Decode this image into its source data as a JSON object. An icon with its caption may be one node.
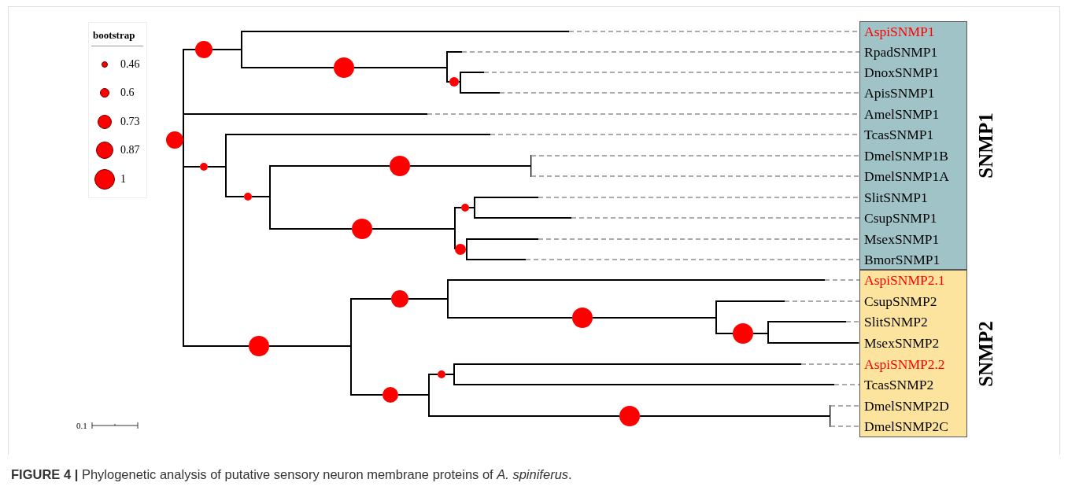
{
  "diagram": {
    "caption": "**FIGURE 4 |** Phylogenetic analysis of putative sensory neuron membrane proteins of *A. spiniferus*.",
    "nodes": [
      {
        "text": [
          "SNMP1"
        ]
      },
      {
        "text": [
          "AspiSNMP1"
        ],
        "in": 0
      },
      {
        "text": [
          "RpadSNMP1"
        ],
        "in": 0
      },
      {
        "text": [
          "DnoxSNMP1"
        ],
        "in": 0
      },
      {
        "text": [
          "ApisSNMP1"
        ],
        "in": 0
      },
      {
        "text": [
          "AmelSNMP1"
        ],
        "in": 0
      },
      {
        "text": [
          "TcasSNMP1"
        ],
        "in": 0
      },
      {
        "text": [
          "DmelSNMP1B"
        ],
        "in": 0
      },
      {
        "text": [
          "DmelSNMP1A"
        ],
        "in": 0
      },
      {
        "text": [
          "SlitSNMP1"
        ],
        "in": 0
      },
      {
        "text": [
          "CsupSNMP1"
        ],
        "in": 0
      },
      {
        "text": [
          "MsexSNMP1"
        ],
        "in": 0
      },
      {
        "text": [
          "BmorSNMP1"
        ],
        "in": 0
      },
      {
        "text": [
          "SNMP2"
        ]
      },
      {
        "text": [
          "AspiSNMP2.1"
        ],
        "in": 13
      },
      {
        "text": [
          "CsupSNMP2"
        ],
        "in": 13
      },
      {
        "text": [
          "SlitSNMP2"
        ],
        "in": 13
      },
      {
        "text": [
          "MsexSNMP2"
        ],
        "in": 13
      },
      {
        "text": [
          "AspiSNMP2.2"
        ],
        "in": 13
      },
      {
        "text": [
          "TcasSNMP2"
        ],
        "in": 13
      },
      {
        "text": [
          "DmelSNMP2D"
        ],
        "in": 13
      },
      {
        "text": [
          "DmelSNMP2C"
        ],
        "in": 13
      },
      {
        "text": [],
        "shape": "circle"
      },
      {
        "text": [],
        "shape": "circle"
      },
      {
        "text": [],
        "shape": "circle"
      },
      {
        "text": [],
        "shape": "circle"
      },
      {
        "text": [],
        "shape": "circle"
      },
      {
        "text": [],
        "shape": "circle"
      },
      {
        "text": [],
        "shape": "circle"
      },
      {
        "text": [],
        "shape": "circle"
      },
      {
        "text": [],
        "shape": "circle"
      },
      {
        "text": [],
        "shape": "circle"
      },
      {
        "text": [],
        "shape": "circle"
      },
      {
        "text": [],
        "shape": "circle"
      },
      {
        "text": [],
        "shape": "circle"
      },
      {
        "text": [],
        "shape": "circle"
      },
      {
        "text": [],
        "shape": "circle"
      },
      {
        "text": [],
        "shape": "circle"
      },
      {
        "text": [],
        "shape": "circle"
      }
    ],
    "edges": [
      {
        "from": 25,
        "to": 22,
        "arrow": "none"
      },
      {
        "from": 25,
        "to": 35,
        "arrow": "none"
      },
      {
        "from": 22,
        "to": 1,
        "arrow": "none"
      },
      {
        "from": 22,
        "to": 23,
        "arrow": "none"
      },
      {
        "from": 23,
        "to": 2,
        "arrow": "none"
      },
      {
        "from": 23,
        "to": 24,
        "arrow": "none"
      },
      {
        "from": 24,
        "to": 3,
        "arrow": "none"
      },
      {
        "from": 24,
        "to": 4,
        "arrow": "none"
      },
      {
        "from": 25,
        "to": 5,
        "arrow": "none"
      },
      {
        "from": 25,
        "to": 27,
        "arrow": "none"
      },
      {
        "from": 27,
        "to": 6,
        "arrow": "none"
      },
      {
        "from": 27,
        "to": 28,
        "arrow": "none"
      },
      {
        "from": 28,
        "to": 26,
        "arrow": "none"
      },
      {
        "from": 28,
        "to": 30,
        "arrow": "none"
      },
      {
        "from": 26,
        "to": 7,
        "arrow": "none"
      },
      {
        "from": 26,
        "to": 8,
        "arrow": "none"
      },
      {
        "from": 30,
        "to": 29,
        "arrow": "none"
      },
      {
        "from": 30,
        "to": 31,
        "arrow": "none"
      },
      {
        "from": 29,
        "to": 9,
        "arrow": "none"
      },
      {
        "from": 29,
        "to": 10,
        "arrow": "none"
      },
      {
        "from": 31,
        "to": 11,
        "arrow": "none"
      },
      {
        "from": 31,
        "to": 12,
        "arrow": "none"
      },
      {
        "from": 35,
        "to": 32,
        "arrow": "none"
      },
      {
        "from": 35,
        "to": 37,
        "arrow": "none"
      },
      {
        "from": 32,
        "to": 14,
        "arrow": "none"
      },
      {
        "from": 32,
        "to": 33,
        "arrow": "none"
      },
      {
        "from": 33,
        "to": 15,
        "arrow": "none"
      },
      {
        "from": 33,
        "to": 34,
        "arrow": "none"
      },
      {
        "from": 34,
        "to": 16,
        "arrow": "none"
      },
      {
        "from": 34,
        "to": 17,
        "arrow": "none"
      },
      {
        "from": 37,
        "to": 36,
        "arrow": "none"
      },
      {
        "from": 37,
        "to": 38,
        "arrow": "none"
      },
      {
        "from": 36,
        "to": 18,
        "arrow": "none"
      },
      {
        "from": 36,
        "to": 19,
        "arrow": "none"
      },
      {
        "from": 38,
        "to": 20,
        "arrow": "none"
      },
      {
        "from": 38,
        "to": 21,
        "arrow": "none"
      }
    ],
    "labels": [
      "bootstrap",
      "0.1"
    ],
    "legend": [
      {
        "text": "0.46"
      },
      {
        "text": "0.6"
      },
      {
        "text": "0.73"
      },
      {
        "text": "0.87"
      },
      {
        "text": "1"
      }
    ]
  }
}
